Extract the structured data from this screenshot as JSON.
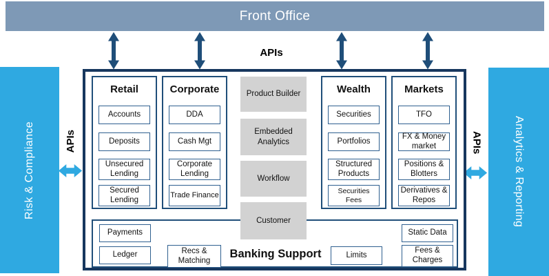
{
  "front_office": {
    "label": "Front Office"
  },
  "apis": {
    "top": "APIs",
    "left": "APIs",
    "right": "APIs"
  },
  "side_panels": {
    "left": "Risk & Compliance",
    "right": "Analytics & Reporting"
  },
  "columns": [
    {
      "title": "Retail",
      "items": [
        "Accounts",
        "Deposits",
        "Unsecured Lending",
        "Secured Lending"
      ]
    },
    {
      "title": "Corporate",
      "items": [
        "DDA",
        "Cash Mgt",
        "Corporate Lending",
        "Trade Finance"
      ]
    },
    {
      "title": "Wealth",
      "items": [
        "Securities",
        "Portfolios",
        "Structured Products",
        "Securities Fees"
      ]
    },
    {
      "title": "Markets",
      "items": [
        "TFO",
        "FX & Money market",
        "Positions & Blotters",
        "Derivatives & Repos"
      ]
    }
  ],
  "middle_services": [
    "Product Builder",
    "Embedded Analytics",
    "Workflow",
    "Customer"
  ],
  "banking_support": {
    "title": "Banking Support",
    "items": [
      "Payments",
      "Ledger",
      "Recs & Matching",
      "Limits",
      "Static Data",
      "Fees & Charges"
    ]
  },
  "colors": {
    "banner_blue_gray": "#7E99B6",
    "accent_blue": "#2FA9E1",
    "arrow_navy": "#1F4E79",
    "outer_border_navy": "#17375E",
    "service_gray": "#D2D2D2"
  }
}
